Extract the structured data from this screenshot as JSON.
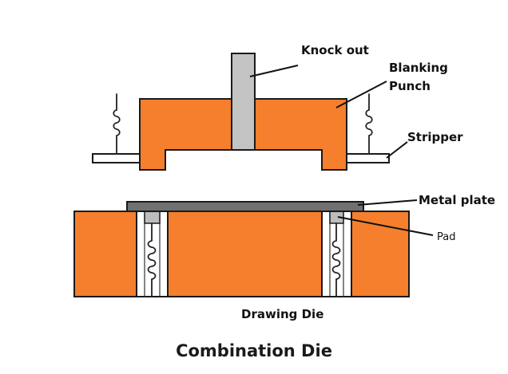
{
  "title": "Combination Die",
  "colors": {
    "die": "#f57f2c",
    "outline": "#1a1a1a",
    "knockout": "#c3c3c3",
    "plate": "#707070",
    "pad": "#bdbdbd",
    "stripper": "#ffffff"
  },
  "labels": {
    "knock_out": "Knock out",
    "blanking_line1": "Blanking",
    "blanking_line2": "Punch",
    "stripper": "Stripper",
    "metal_plate": "Metal plate",
    "pad": "Pad",
    "drawing_die": "Drawing Die"
  },
  "icons": {
    "left_spring": "coil-spring-icon",
    "right_spring": "coil-spring-icon"
  }
}
